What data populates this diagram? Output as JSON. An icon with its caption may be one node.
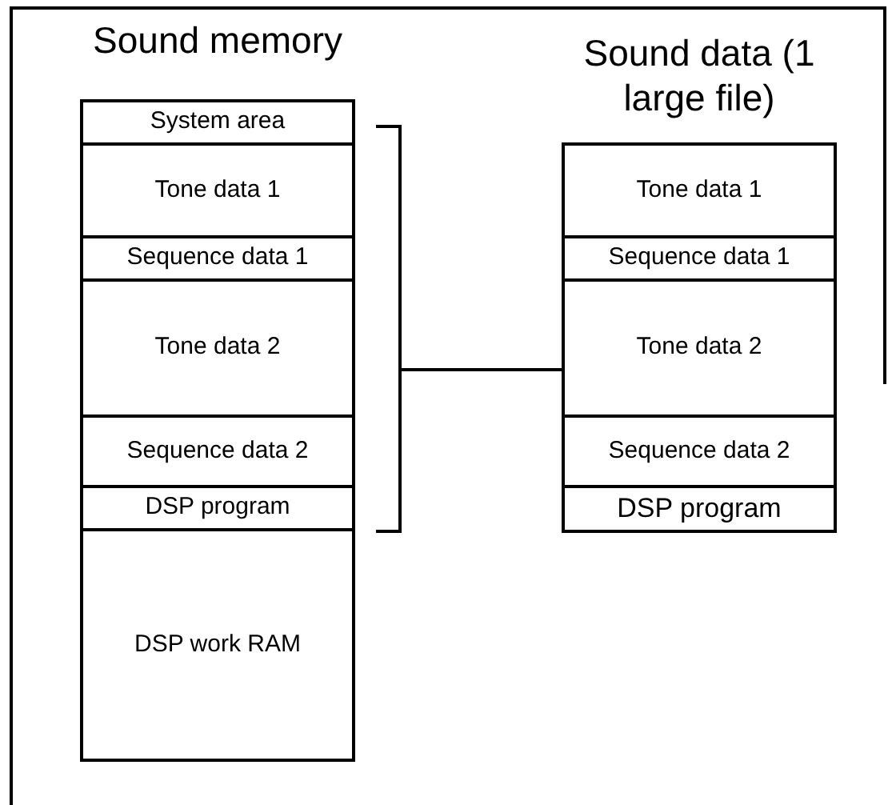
{
  "diagram": {
    "nodes": [
      {
        "text": [
          "Sound memory"
        ]
      },
      {
        "text": [
          "System area"
        ],
        "in": 0
      },
      {
        "text": [
          "Tone data 1"
        ],
        "in": 0
      },
      {
        "text": [
          "Sequence data 1"
        ],
        "in": 0
      },
      {
        "text": [
          "Tone data 2"
        ],
        "in": 0
      },
      {
        "text": [
          "Sequence data 2"
        ],
        "in": 0
      },
      {
        "text": [
          "DSP program"
        ],
        "in": 0
      },
      {
        "text": [
          "DSP work RAM"
        ],
        "in": 0
      },
      {
        "text": [
          "Sound data (1 large file)"
        ]
      },
      {
        "text": [
          "Tone data 1"
        ],
        "in": 8
      },
      {
        "text": [
          "Sequence data 1"
        ],
        "in": 8
      },
      {
        "text": [
          "Tone data 2"
        ],
        "in": 8
      },
      {
        "text": [
          "Sequence data 2"
        ],
        "in": 8
      },
      {
        "text": [
          "DSP program"
        ],
        "in": 8
      }
    ],
    "edges": [
      {
        "from": 0,
        "to": 8,
        "arrow": "none"
      }
    ]
  }
}
